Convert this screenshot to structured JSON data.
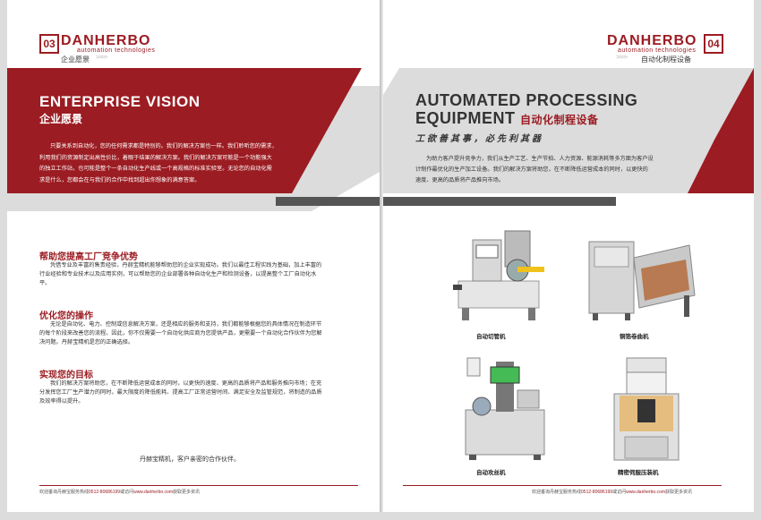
{
  "left": {
    "page_num": "03",
    "brand": "DANHERBO",
    "brand_sub": "automation technologies",
    "section": "企业愿景",
    "arrows": ">>>>",
    "vision_title_en": "ENTERPRISE VISION",
    "vision_title_cn": "企业愿景",
    "vision_body": [
      "只要关系到自动化，您的任何需求都是特别的。我们的解决方案也一样。我们聆听您的需求，",
      "利用我们的资源制定出高性价比，着眼于结果的解决方案。我们的解决方案可能是一个功能强大",
      "的独立工作站，也可能是整个一条自动化生产线或一个高规格的标准实验室。无论您的自动化需",
      "求是什么，您都会在与我们的合作中找到超出你想象的满意答案。"
    ],
    "sections": [
      {
        "title": "帮助您提高工厂竞争优势",
        "lines": [
          "凭借专业及丰富的售贵经验，丹赫宝精机能够帮助您的企业实现成功。我们以最佳工程实践为基础，加上丰富的",
          "行业经验和专业技术以及应用实例，可以帮助您的企业部署各种自动化生产和检测设备，以提高整个工厂自动化水",
          "平。"
        ]
      },
      {
        "title": "优化您的操作",
        "lines": [
          "无论是自动化、电力、控制或信息解决方案，还是相应的服务和支持，我们都能够根据您的具体情况在制造环节",
          "的每个阶段来改善您的流程。因此，你不仅需要一个自动化供应商为您提供产品，更需要一个自动化合作伙伴为您解",
          "决问题。丹赫宝精机是您的正确选择。"
        ]
      },
      {
        "title": "实现您的目标",
        "lines": [
          "我们的解决方案将助您，在不断降低运营成本的同时，以更快的速度、更高的品质将产品和服务推向市场；在充",
          "分发挥您工厂生产潜力的同时，最大限度的降低能耗、提高工厂正常运营时间、满足安全及监管规范，将制造的品质",
          "及效率得以提升。"
        ]
      }
    ],
    "tagline": "丹赫宝精机，客户亲密的合作伙伴。",
    "footer_pre": "欢迎垂询丹赫宝服务热线",
    "footer_phone": "0512-80686199",
    "footer_mid": "或访问",
    "footer_url": "www.danherbo.com",
    "footer_post": "获取更多资讯"
  },
  "right": {
    "page_num": "04",
    "brand": "DANHERBO",
    "brand_sub": "automation technologies",
    "section": "自动化制程设备",
    "arrows": ">>>>",
    "title_line1": "AUTOMATED PROCESSING",
    "title_line2_en": "EQUIPMENT",
    "title_line2_cn": "自动化制程设备",
    "slogan": "工欲善其事，必先利其器",
    "body": [
      "为助力客户提升竞争力，我们从生产工艺、生产节拍、人力资源、能源消耗等多方面为客户设",
      "计制作最优化的生产加工设备。我们的解决方案将助您，在不断降低运营成本的同时，以更快的",
      "速度、更高的品质将产品推向市场。"
    ],
    "machines": [
      {
        "label": "自动切管机"
      },
      {
        "label": "铜箔卷曲机"
      },
      {
        "label": "自动攻丝机"
      },
      {
        "label": "精密伺服压装机"
      }
    ],
    "footer_pre": "欢迎垂询丹赫宝服务热线",
    "footer_phone": "0512-80686199",
    "footer_mid": "或访问",
    "footer_url": "www.danherbo.com",
    "footer_post": "获取更多资讯"
  }
}
